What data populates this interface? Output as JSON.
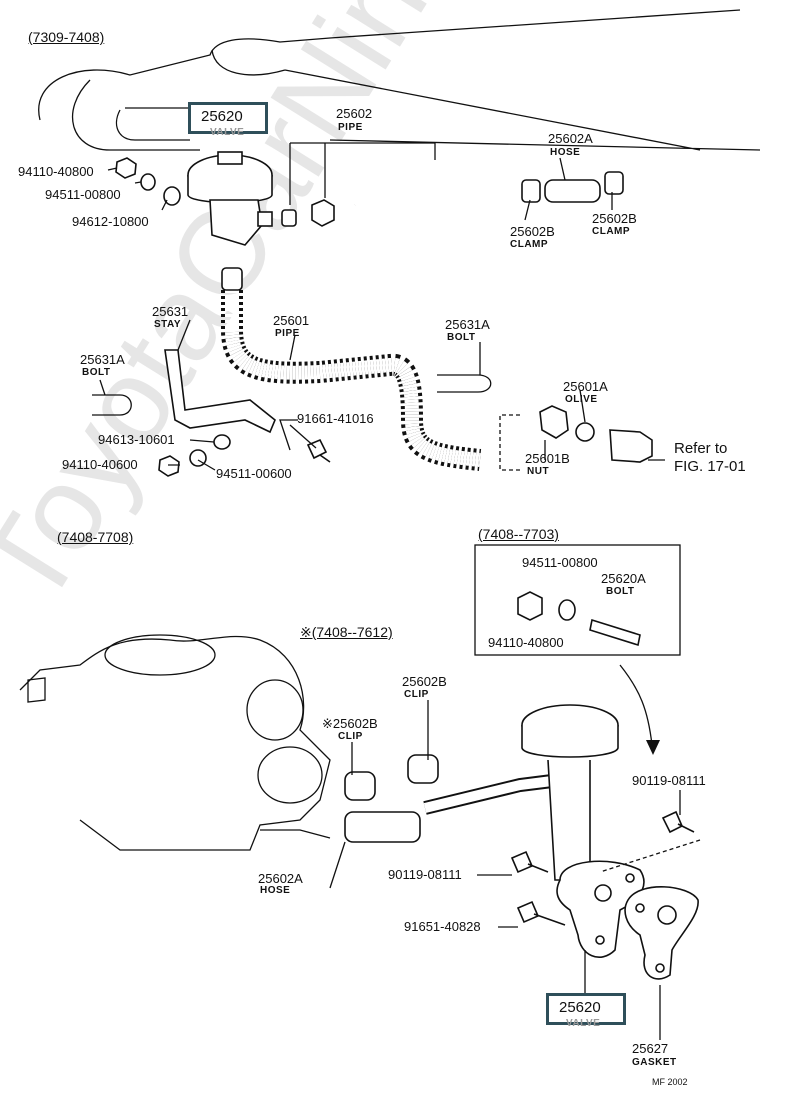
{
  "watermark": "ToyotaCarNine.ru",
  "headers": {
    "top_range": "(7309-7408)",
    "bottom_range": "(7408-7708)",
    "inset_range": "(7408--7703)",
    "note_range": "※(7408--7612)"
  },
  "highlight_top": {
    "number": "25620",
    "name": "VALVE"
  },
  "highlight_bottom": {
    "number": "25620",
    "name": "VALVE"
  },
  "parts_top": [
    {
      "number": "94110-40800",
      "name": ""
    },
    {
      "number": "94511-00800",
      "name": ""
    },
    {
      "number": "94612-10800",
      "name": ""
    },
    {
      "number": "25602",
      "name": "PIPE"
    },
    {
      "number": "25602A",
      "name": "HOSE"
    },
    {
      "number": "25602B",
      "name": "CLAMP"
    },
    {
      "number": "25602B",
      "name": "CLAMP"
    },
    {
      "number": "25631",
      "name": "STAY"
    },
    {
      "number": "25601",
      "name": "PIPE"
    },
    {
      "number": "25631A",
      "name": "BOLT"
    },
    {
      "number": "25631A",
      "name": "BOLT"
    },
    {
      "number": "25601A",
      "name": "OLIVE"
    },
    {
      "number": "91661-41016",
      "name": ""
    },
    {
      "number": "94613-10601",
      "name": ""
    },
    {
      "number": "94110-40600",
      "name": ""
    },
    {
      "number": "94511-00600",
      "name": ""
    },
    {
      "number": "25601B",
      "name": "NUT"
    }
  ],
  "refer": {
    "line1": "Refer to",
    "line2": "FIG. 17-01"
  },
  "parts_inset": [
    {
      "number": "94511-00800",
      "name": ""
    },
    {
      "number": "25620A",
      "name": "BOLT"
    },
    {
      "number": "94110-40800",
      "name": ""
    }
  ],
  "parts_bottom": [
    {
      "number": "25602B",
      "name": "CLIP"
    },
    {
      "number": "※25602B",
      "name": "CLIP"
    },
    {
      "number": "90119-08111",
      "name": ""
    },
    {
      "number": "90119-08111",
      "name": ""
    },
    {
      "number": "25602A",
      "name": "HOSE"
    },
    {
      "number": "91651-40828",
      "name": ""
    },
    {
      "number": "25627",
      "name": "GASKET"
    }
  ],
  "footer": "MF 2002"
}
